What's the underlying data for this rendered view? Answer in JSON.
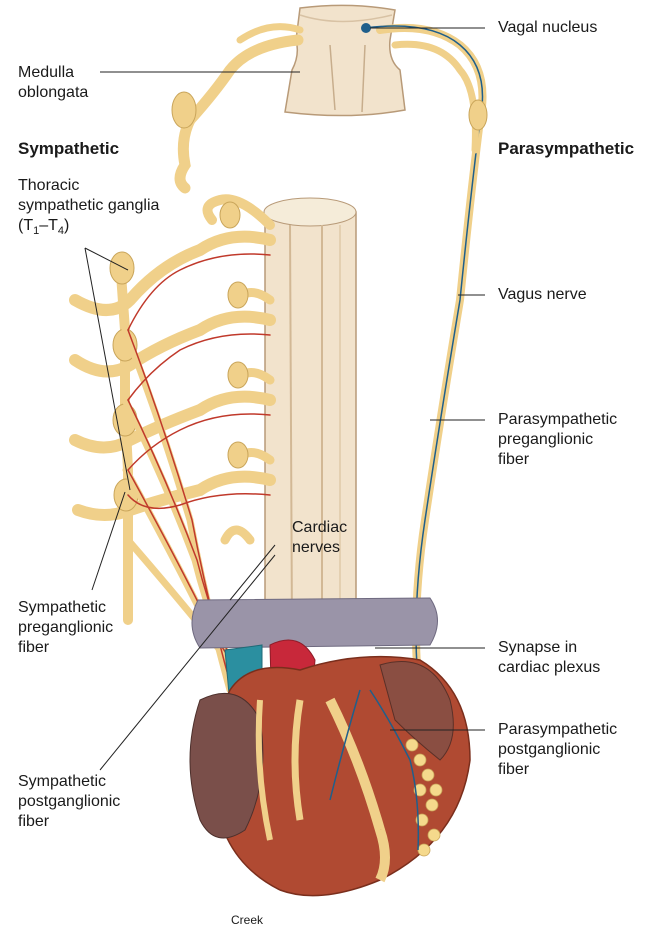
{
  "labels": {
    "vagal_nucleus": "Vagal nucleus",
    "medulla_line1": "Medulla",
    "medulla_line2": "oblongata",
    "sympathetic": "Sympathetic",
    "parasympathetic": "Parasympathetic",
    "thoracic_line1": "Thoracic",
    "thoracic_line2": "sympathetic ganglia",
    "thoracic_range_open": "(T",
    "thoracic_range_sub1": "1",
    "thoracic_range_dash": "–T",
    "thoracic_range_sub4": "4",
    "thoracic_range_close": ")",
    "vagus_nerve": "Vagus nerve",
    "para_pre_line1": "Parasympathetic",
    "para_pre_line2": "preganglionic",
    "para_pre_line3": "fiber",
    "cardiac_line1": "Cardiac",
    "cardiac_line2": "nerves",
    "symp_pre_line1": "Sympathetic",
    "symp_pre_line2": "preganglionic",
    "symp_pre_line3": "fiber",
    "synapse_line1": "Synapse in",
    "synapse_line2": "cardiac plexus",
    "para_post_line1": "Parasympathetic",
    "para_post_line2": "postganglionic",
    "para_post_line3": "fiber",
    "symp_post_line1": "Sympathetic",
    "symp_post_line2": "postganglionic",
    "symp_post_line3": "fiber",
    "credit": "Creek"
  },
  "colors": {
    "nerve": "#f0d08a",
    "nerve_outline": "#c9a55a",
    "cord": "#f2e3cc",
    "cord_outline": "#b89a78",
    "sympathetic_fiber": "#c0392b",
    "parasympathetic_fiber": "#1f5f8b",
    "aorta": "#c8283a",
    "pulmonary": "#2b8fa0",
    "vena_cava": "#9a94a8",
    "heart": "#b04a32",
    "atrium": "#7a4f4a"
  }
}
